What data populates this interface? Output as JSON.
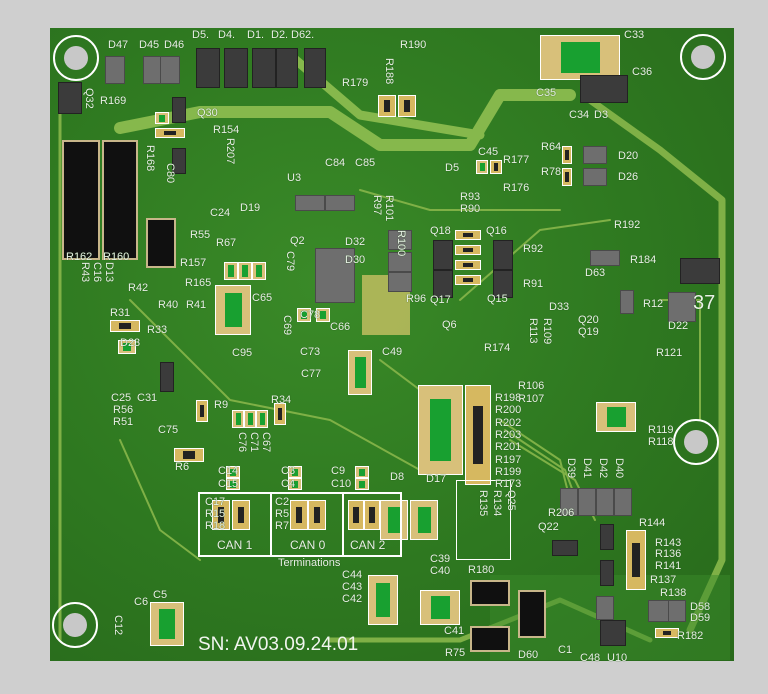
{
  "board": {
    "serial_number": "SN: AV03.09.24.01",
    "terminations_label": "Terminations",
    "can_groups": [
      "CAN 1",
      "CAN 0",
      "CAN 2"
    ],
    "colors": {
      "board": "#2e7820",
      "trace": "#7fb046",
      "silkscreen": "#ffffff",
      "pad": "#d6b860",
      "background": "#cfcfcf"
    },
    "designators": [
      "D47",
      "D45",
      "D46",
      "D5.",
      "D4.",
      "D1.",
      "D2.",
      "D62.",
      "R190",
      "R179",
      "R188",
      "Q32",
      "R169",
      "Q30",
      "R154",
      "R207",
      "R168",
      "C80",
      "D19",
      "C24",
      "R55",
      "R67",
      "Q2",
      "C79",
      "D32",
      "D30",
      "R162",
      "R160",
      "R157",
      "R42",
      "R165",
      "C65",
      "R40",
      "R41",
      "C69",
      "C78",
      "C66",
      "R31",
      "R33",
      "C95",
      "C73",
      "C77",
      "C49",
      "C25",
      "C31",
      "R56",
      "R51",
      "R9",
      "R34",
      "C75",
      "R6",
      "C76",
      "C71",
      "C67",
      "C14",
      "C15",
      "C3",
      "C4",
      "C9",
      "C10",
      "D8",
      "D17",
      "C17",
      "R15",
      "R18",
      "C2",
      "R5",
      "R7",
      "C44",
      "C43",
      "C42",
      "C5",
      "C6",
      "C12",
      "C45",
      "R177",
      "D5",
      "R93",
      "R90",
      "R176",
      "R64",
      "R78",
      "D20",
      "D26",
      "C33",
      "C36",
      "C35",
      "C34",
      "D3",
      "Q18",
      "Q16",
      "R92",
      "R91",
      "Q15",
      "Q17",
      "R96",
      "R192",
      "D63",
      "R184",
      "Q6",
      "R174",
      "R121",
      "R106",
      "R107",
      "R119",
      "R118",
      "R198",
      "R200",
      "R202",
      "R203",
      "R201",
      "R197",
      "R199",
      "R173",
      "D39",
      "D41",
      "D42",
      "D40",
      "R135",
      "R134",
      "Q25",
      "R206",
      "Q22",
      "R144",
      "R143",
      "R136",
      "R141",
      "R137",
      "R138",
      "D58",
      "D59",
      "R182",
      "R180",
      "C41",
      "R75",
      "D60",
      "C1",
      "C48",
      "U10",
      "C40",
      "C39",
      "D33",
      "D22",
      "R12",
      "Q20",
      "Q19",
      "R113",
      "R109",
      "U3",
      "C84",
      "C85",
      "R97",
      "R101",
      "R100",
      "C16",
      "D13",
      "R43",
      "D23",
      "37"
    ]
  }
}
